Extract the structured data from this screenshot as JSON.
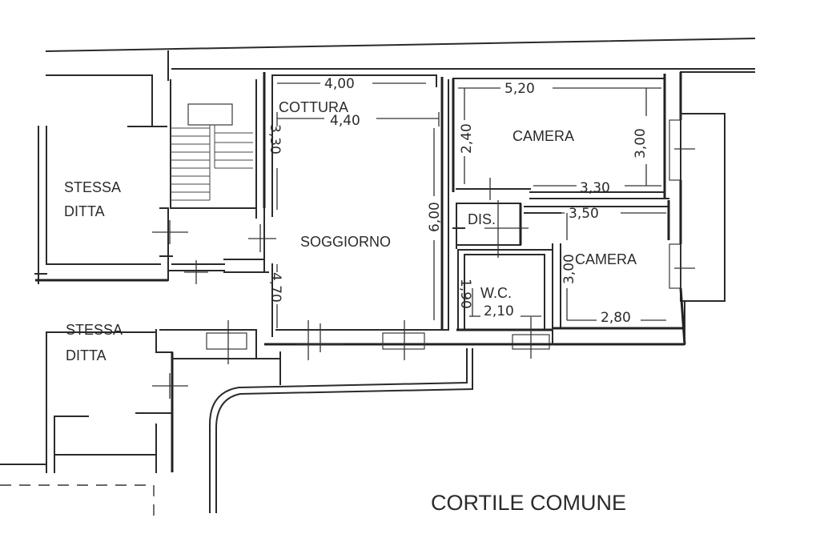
{
  "rooms": {
    "stessa_ditta_upper": [
      "STESSA",
      "DITTA"
    ],
    "stessa_ditta_lower": [
      "STESSA",
      "DITTA"
    ],
    "cottura": "COTTURA",
    "soggiorno": "SOGGIORNO",
    "camera_upper": "CAMERA",
    "camera_lower": "CAMERA",
    "dis": "DIS.",
    "wc": "W.C.",
    "cortile": "CORTILE COMUNE"
  },
  "dimensions": {
    "cottura_width": "4,00",
    "soggiorno_width": "4,40",
    "cottura_depth": "3,30",
    "soggiorno_depth_total": "6,00",
    "soggiorno_lower_depth": "4,70",
    "camera_upper_width": "5,20",
    "camera_upper_depth_left": "2,40",
    "camera_upper_depth_right": "3,00",
    "camera_upper_bottom_width": "3,30",
    "camera_lower_width_top": "3,50",
    "camera_lower_depth": "3,00",
    "camera_lower_width_bottom": "2,80",
    "wc_depth": "1,90",
    "wc_width": "2,10"
  }
}
